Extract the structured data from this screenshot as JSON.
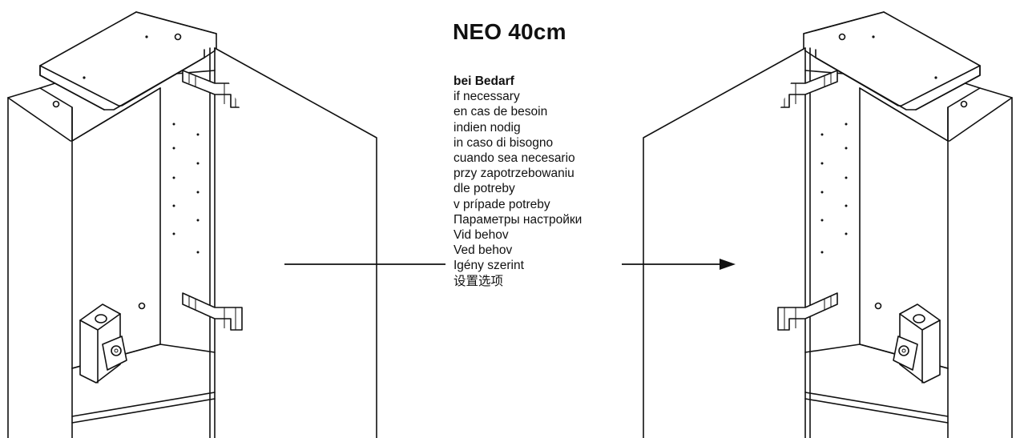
{
  "diagram": {
    "title": "NEO 40cm",
    "note_heading": "bei Bedarf",
    "note_translations": [
      "if necessary",
      "en cas de besoin",
      "indien nodig",
      "in caso di bisogno",
      "cuando sea necesario",
      "przy zapotrzebowaniu",
      "dle potreby",
      "v prípade potreby",
      "Параметры настройки",
      "Vid behov",
      "Ved behov",
      "Igény szerint",
      "设置选项"
    ],
    "figures": {
      "left": "cabinet-left-hinged-door-open",
      "right": "cabinet-right-hinged-door-open"
    },
    "icons": [
      "hinge-icon",
      "socket-icon",
      "arrow-icon"
    ]
  }
}
